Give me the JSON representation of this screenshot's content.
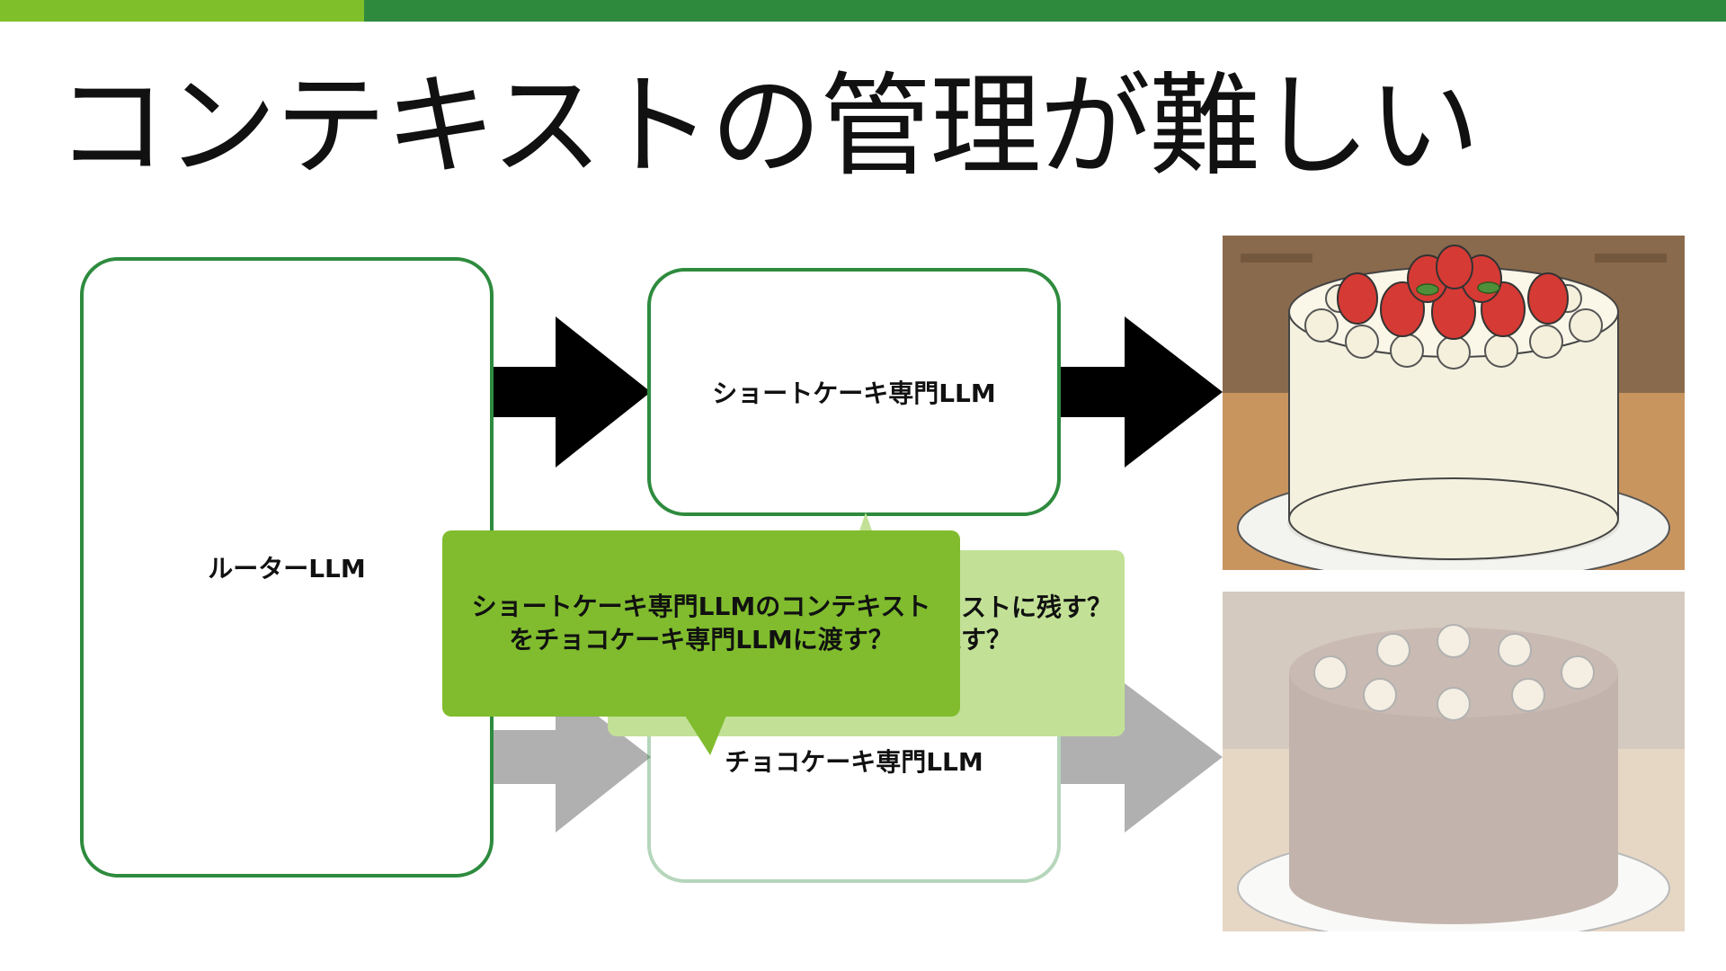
{
  "slide": {
    "title": "コンテキストの管理が難しい"
  },
  "colors": {
    "accent_light": "#7fbf2a",
    "accent_dark": "#2e8b3e",
    "bubble_front": "#80bc2e",
    "bubble_back": "#c2e196"
  },
  "diagram": {
    "router_label": "ルーターLLM",
    "shortcake_label": "ショートケーキ専門LLM",
    "choco_label": "チョコケーキ専門LLM",
    "bubble_back_line1": "ストに残す？",
    "bubble_back_line2": "残す？",
    "bubble_front_line1": "ショートケーキ専門LLMのコンテキスト",
    "bubble_front_line2": "をチョコケーキ専門LLMに渡す？",
    "images": [
      "strawberry-shortcake-image",
      "chocolate-cake-image"
    ]
  }
}
